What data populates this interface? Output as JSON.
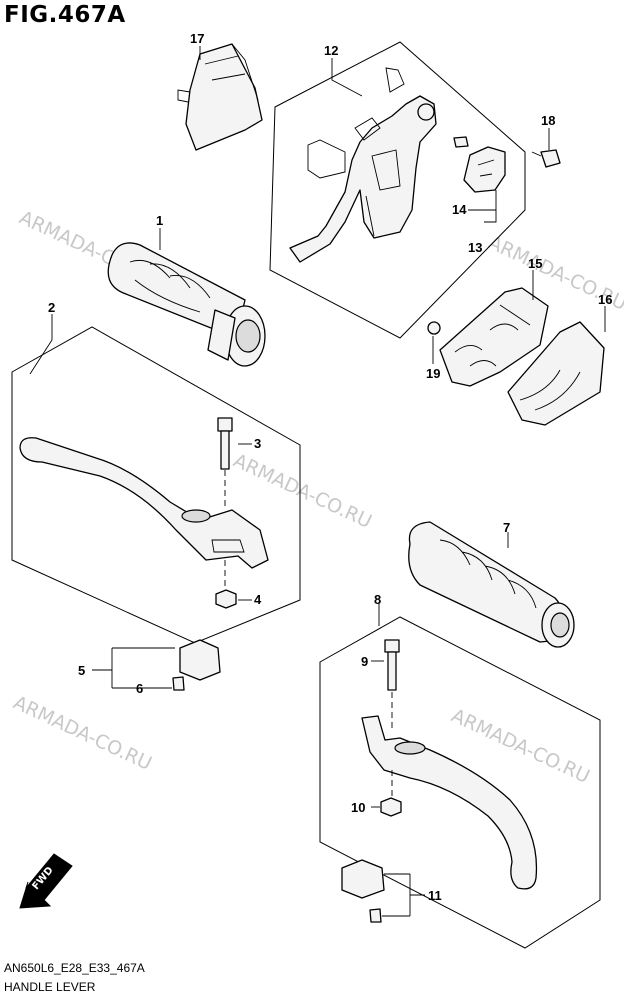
{
  "header": {
    "figure_title": "FIG.467A"
  },
  "footer": {
    "model_code": "AN650L6_E28_E33_467A",
    "caption": "HANDLE LEVER"
  },
  "watermark": {
    "text": "ARMADA-CO.RU"
  },
  "callouts": {
    "n1": "1",
    "n2": "2",
    "n3": "3",
    "n4": "4",
    "n5": "5",
    "n6": "6",
    "n7": "7",
    "n8": "8",
    "n9": "9",
    "n10": "10",
    "n11": "11",
    "n12": "12",
    "n13": "13",
    "n14": "14",
    "n15": "15",
    "n16": "16",
    "n17": "17",
    "n18": "18",
    "n19": "19"
  },
  "direction_badge": {
    "label": "FWD"
  },
  "colors": {
    "line": "#000000",
    "watermark": "#c8c8c8",
    "part_fill": "#f4f4f4"
  }
}
